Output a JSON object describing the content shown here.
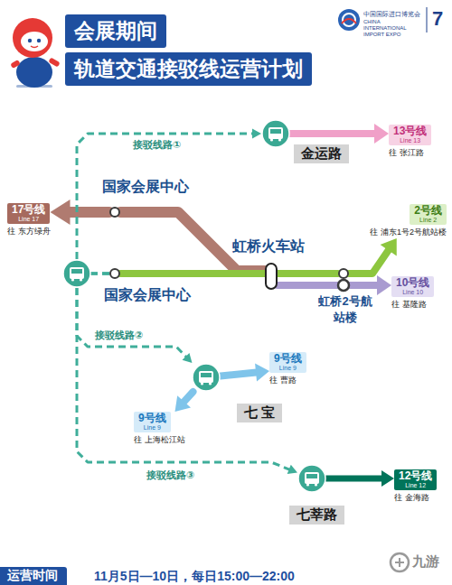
{
  "diagram": {
    "title": "轨道交通接驳线运营计划",
    "nodes": [
      {
        "text": [
          "国家会展中心"
        ]
      },
      {
        "text": [
          "国家会展中心"
        ]
      },
      {
        "text": [
          "虹桥火车站"
        ]
      },
      {
        "text": [
          "虹桥2号航站楼"
        ]
      },
      {
        "text": [
          "金运路"
        ]
      },
      {
        "text": [
          "七 宝"
        ]
      },
      {
        "text": [
          "七莘路"
        ]
      },
      {
        "text": [
          "17号线",
          "Line 17",
          "往 东方绿舟"
        ]
      },
      {
        "text": [
          "13号线",
          "Line 13",
          "往 张江路"
        ]
      },
      {
        "text": [
          "2号线",
          "Line 2",
          "往 浦东1号2号航站楼"
        ]
      },
      {
        "text": [
          "10号线",
          "Line 10",
          "往 基隆路"
        ]
      },
      {
        "text": [
          "9号线",
          "Line 9",
          "往 曹路"
        ]
      },
      {
        "text": [
          "9号线",
          "Line 9",
          "往 上海松江站"
        ]
      },
      {
        "text": [
          "12号线",
          "Line 12",
          "往 金海路"
        ]
      }
    ],
    "edges": [
      {
        "from": 2,
        "to": 0,
        "arrow": "none"
      },
      {
        "from": 0,
        "to": 7,
        "arrow": "to"
      },
      {
        "from": 1,
        "to": 2,
        "arrow": "none"
      },
      {
        "from": 2,
        "to": 3,
        "arrow": "none"
      },
      {
        "from": 3,
        "to": 9,
        "arrow": "to"
      },
      {
        "from": 2,
        "to": 10,
        "arrow": "to"
      },
      {
        "from": 4,
        "to": 8,
        "arrow": "to"
      },
      {
        "from": 5,
        "to": 11,
        "arrow": "to"
      },
      {
        "from": 5,
        "to": 12,
        "arrow": "to"
      },
      {
        "from": 6,
        "to": 13,
        "arrow": "to"
      },
      {
        "from": 1,
        "to": 4,
        "label": "接驳线路①",
        "arrow": "to"
      },
      {
        "from": 1,
        "to": 5,
        "label": "接驳线路②",
        "arrow": "to"
      },
      {
        "from": 1,
        "to": 6,
        "label": "接驳线路③",
        "arrow": "to"
      }
    ],
    "labels": [
      "会展期间",
      "中国国际进口博览会",
      "CHINA INTERNATIONAL IMPORT EXPO",
      "7",
      "运营时间",
      "11月5日—10日，每日15:00—22:00",
      "九游"
    ]
  }
}
